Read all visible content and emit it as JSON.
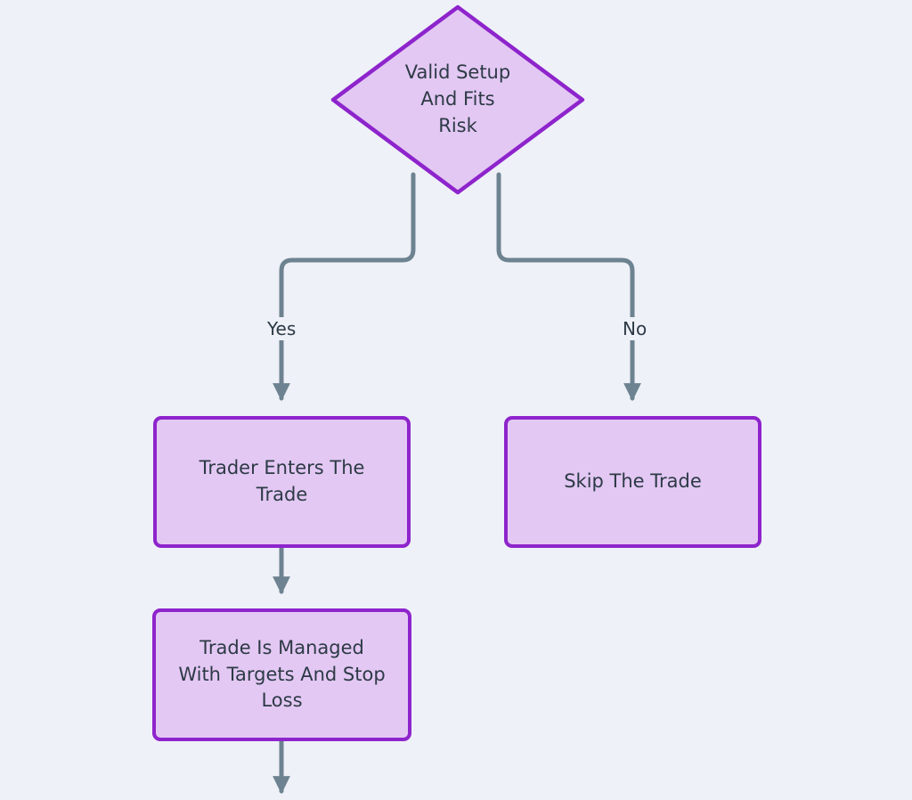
{
  "diagram": {
    "type": "flowchart",
    "orientation": "top-down",
    "background_color": "#eef1f7",
    "node_fill_color": "#e3c8f3",
    "node_border_color": "#8e24cc",
    "edge_color": "#6e8391",
    "text_color": "#2d3a46",
    "nodes": [
      {
        "id": "decision",
        "shape": "diamond",
        "label": "Valid Setup\nAnd Fits\nRisk"
      },
      {
        "id": "enter-trade",
        "shape": "rounded-rectangle",
        "label": "Trader Enters The\nTrade"
      },
      {
        "id": "skip-trade",
        "shape": "rounded-rectangle",
        "label": "Skip The Trade"
      },
      {
        "id": "manage-trade",
        "shape": "rounded-rectangle",
        "label": "Trade Is Managed\nWith Targets And Stop\nLoss"
      }
    ],
    "edges": [
      {
        "id": "edge-yes",
        "from": "decision",
        "to": "enter-trade",
        "label": "Yes"
      },
      {
        "id": "edge-no",
        "from": "decision",
        "to": "skip-trade",
        "label": "No"
      },
      {
        "id": "edge-enter-to-manage",
        "from": "enter-trade",
        "to": "manage-trade",
        "label": ""
      },
      {
        "id": "edge-manage-continues",
        "from": "manage-trade",
        "to": "",
        "label": ""
      }
    ]
  }
}
